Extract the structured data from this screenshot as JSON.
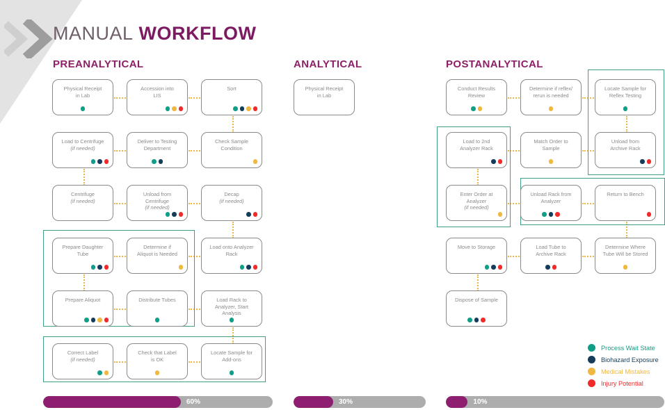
{
  "header": {
    "title_thin": "MANUAL",
    "title_bold": "WORKFLOW",
    "logo_icon": "double-chevron-right-icon"
  },
  "colors": {
    "process_wait": "#109e86",
    "biohazard": "#153d5b",
    "medical_mistake": "#f0b840",
    "injury": "#ef2b2b",
    "accent_purple": "#8e1f66",
    "group_outline": "#3f9e86",
    "connector": "#e8b94a",
    "box_border": "#8a8a8a",
    "box_text": "#8b8b8b",
    "track": "#adadad"
  },
  "phases": [
    {
      "name": "preanalytical",
      "title": "PREANALYTICAL"
    },
    {
      "name": "analytical",
      "title": "ANALYTICAL"
    },
    {
      "name": "postanalytical",
      "title": "POSTANALYTICAL"
    }
  ],
  "preanalytical_boxes": [
    {
      "line1": "Physical Receipt",
      "line2": "in Lab",
      "italic": "",
      "dots": [
        "process_wait"
      ],
      "align": "center"
    },
    {
      "line1": "Accession into",
      "line2": "LIS",
      "italic": "",
      "dots": [
        "process_wait",
        "medical_mistake",
        "injury"
      ],
      "align": "right"
    },
    {
      "line1": "Sort",
      "line2": "",
      "italic": "",
      "dots": [
        "process_wait",
        "biohazard",
        "medical_mistake",
        "injury"
      ],
      "align": "right"
    },
    {
      "line1": "Load to Centrifuge",
      "line2": "",
      "italic": "(if needed)",
      "dots": [
        "process_wait",
        "biohazard",
        "injury"
      ],
      "align": "right"
    },
    {
      "line1": "Deliver to Testing",
      "line2": "Department",
      "italic": "",
      "dots": [
        "process_wait",
        "biohazard"
      ],
      "align": "center"
    },
    {
      "line1": "Check Sample",
      "line2": "Condition",
      "italic": "",
      "dots": [
        "medical_mistake"
      ],
      "align": "right"
    },
    {
      "line1": "Centrifuge",
      "line2": "",
      "italic": "(if needed)",
      "dots": [],
      "align": "center"
    },
    {
      "line1": "Unload from",
      "line2": "Centrifuge",
      "italic": "(if needed)",
      "dots": [
        "process_wait",
        "biohazard",
        "injury"
      ],
      "align": "right"
    },
    {
      "line1": "Decap",
      "line2": "",
      "italic": "(if needed)",
      "dots": [
        "biohazard",
        "injury"
      ],
      "align": "right"
    },
    {
      "line1": "Prepare Daughter",
      "line2": "Tube",
      "italic": "",
      "dots": [
        "process_wait",
        "biohazard",
        "injury"
      ],
      "align": "right"
    },
    {
      "line1": "Determine if",
      "line2": "Aliquot is Needed",
      "italic": "",
      "dots": [
        "medical_mistake"
      ],
      "align": "right"
    },
    {
      "line1": "Load onto Analyzer",
      "line2": "Rack",
      "italic": "",
      "dots": [
        "process_wait",
        "biohazard",
        "injury"
      ],
      "align": "right"
    },
    {
      "line1": "Prepare Aliquot",
      "line2": "",
      "italic": "",
      "dots": [
        "process_wait",
        "biohazard",
        "medical_mistake",
        "injury"
      ],
      "align": "right"
    },
    {
      "line1": "Distribute Tubes",
      "line2": "",
      "italic": "",
      "dots": [
        "process_wait"
      ],
      "align": "center"
    },
    {
      "line1": "Load Rack to",
      "line2": "Analyzer, Start",
      "line3": "Analysis",
      "italic": "",
      "dots": [
        "process_wait"
      ],
      "align": "center"
    },
    {
      "line1": "Correct Label",
      "line2": "",
      "italic": "(if needed)",
      "dots": [
        "process_wait",
        "medical_mistake"
      ],
      "align": "right"
    },
    {
      "line1": "Check that Label",
      "line2": "is OK",
      "italic": "",
      "dots": [
        "medical_mistake"
      ],
      "align": "center"
    },
    {
      "line1": "Locate Sample for",
      "line2": "Add-ons",
      "italic": "",
      "dots": [
        "process_wait"
      ],
      "align": "center"
    }
  ],
  "analytical_boxes": [
    {
      "line1": "Physical Receipt",
      "line2": "in Lab",
      "italic": "",
      "dots": [],
      "align": "center"
    }
  ],
  "postanalytical_boxes": [
    {
      "line1": "Conduct Results",
      "line2": "Review",
      "italic": "",
      "dots": [
        "process_wait",
        "medical_mistake"
      ],
      "align": "center"
    },
    {
      "line1": "Determine if reflex/",
      "line2": "rerun is needed",
      "italic": "",
      "dots": [
        "medical_mistake"
      ],
      "align": "center"
    },
    {
      "line1": "Locate Sample for",
      "line2": "Reflex Testing",
      "italic": "",
      "dots": [
        "process_wait"
      ],
      "align": "center"
    },
    {
      "line1": "Load to 2nd",
      "line2": "Analyzer Rack",
      "italic": "",
      "dots": [
        "biohazard",
        "injury"
      ],
      "align": "right"
    },
    {
      "line1": "Match Order to",
      "line2": "Sample",
      "italic": "",
      "dots": [
        "medical_mistake"
      ],
      "align": "center"
    },
    {
      "line1": "Unload from",
      "line2": "Archive Rack",
      "italic": "",
      "dots": [
        "biohazard",
        "injury"
      ],
      "align": "right"
    },
    {
      "line1": "Enter Order at",
      "line2": "Analyzer",
      "italic": "(if needed)",
      "dots": [
        "medical_mistake"
      ],
      "align": "right"
    },
    {
      "line1": "Unload Rack from",
      "line2": "Analyzer",
      "italic": "",
      "dots": [
        "process_wait",
        "biohazard",
        "injury"
      ],
      "align": "center"
    },
    {
      "line1": "Return to Bench",
      "line2": "",
      "italic": "",
      "dots": [
        "injury"
      ],
      "align": "right"
    },
    {
      "line1": "Move to Storage",
      "line2": "",
      "italic": "",
      "dots": [
        "process_wait",
        "biohazard",
        "injury"
      ],
      "align": "right"
    },
    {
      "line1": "Load Tube to",
      "line2": "Archive Rack",
      "italic": "",
      "dots": [
        "biohazard",
        "injury"
      ],
      "align": "center"
    },
    {
      "line1": "Determine Where",
      "line2": "Tube Will be Stored",
      "italic": "",
      "dots": [
        "medical_mistake"
      ],
      "align": "center"
    },
    {
      "line1": "Dispose of Sample",
      "line2": "",
      "italic": "",
      "dots": [
        "process_wait",
        "biohazard",
        "injury"
      ],
      "align": "center"
    }
  ],
  "legend": [
    {
      "label": "Process Wait State",
      "color_key": "process_wait"
    },
    {
      "label": "Biohazard Exposure",
      "color_key": "biohazard"
    },
    {
      "label": "Medical Mistakes",
      "color_key": "medical_mistake"
    },
    {
      "label": "Injury Potential",
      "color_key": "injury"
    }
  ],
  "progress_bars": [
    {
      "phase": "preanalytical",
      "percent": 60,
      "label": "60%"
    },
    {
      "phase": "analytical",
      "percent": 30,
      "label": "30%"
    },
    {
      "phase": "postanalytical",
      "percent": 10,
      "label": "10%"
    }
  ]
}
